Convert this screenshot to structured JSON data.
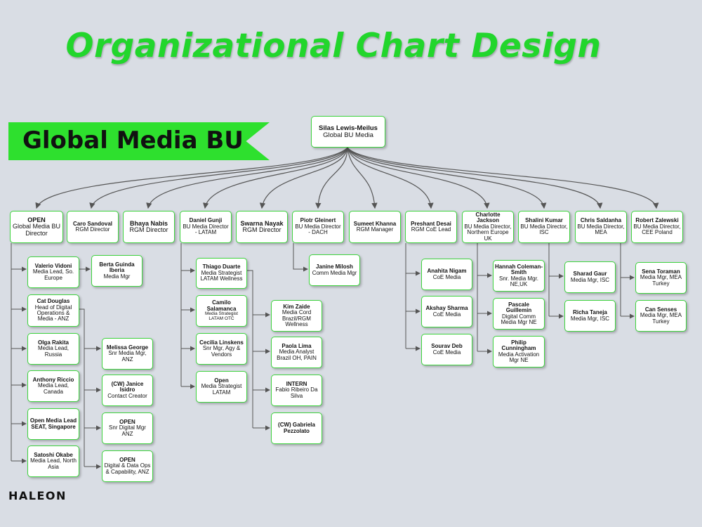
{
  "title": "Organizational Chart Design",
  "banner": "Global Media BU",
  "logo": "HALEON",
  "root": {
    "name": "Silas Lewis-Meilus",
    "role": "Global BU Media"
  },
  "level1": [
    {
      "name": "OPEN",
      "role": "Global Media BU Director"
    },
    {
      "name": "Caro Sandoval",
      "role": "RGM Director"
    },
    {
      "name": "Bhaya Nabis",
      "role": "RGM Director"
    },
    {
      "name": "Daniel Gunji",
      "role": "BU Media Director - LATAM"
    },
    {
      "name": "Swarna Nayak",
      "role": "RGM Director"
    },
    {
      "name": "Piotr Gleinert",
      "role": "BU Media Director - DACH"
    },
    {
      "name": "Sumeet Khanna",
      "role": "RGM Manager"
    },
    {
      "name": "Preshant Desai",
      "role": "RGM CoE Lead"
    },
    {
      "name": "Charlotte Jackson",
      "role": "BU Media Director, Northern Europe UK"
    },
    {
      "name": "Shalini Kumar",
      "role": "BU Media Director, ISC"
    },
    {
      "name": "Chris Saldanha",
      "role": "BU Media Director, MEA"
    },
    {
      "name": "Robert Zalewski",
      "role": "BU Media Director, CEE Poland"
    }
  ],
  "open_team": [
    {
      "name": "Valerio Vidoni",
      "role": "Media Lead, So. Europe"
    },
    {
      "name": "Cat Douglas",
      "role": "Head of Digital Operations & Media - ANZ"
    },
    {
      "name": "Olga Rakita",
      "role": "Media Lead, Russia"
    },
    {
      "name": "Anthony Riccio",
      "role": "Media Lead, Canada"
    },
    {
      "name": "Open Media Lead SEAT, Singapore",
      "role": ""
    },
    {
      "name": "Satoshi Okabe",
      "role": "Media Lead, North Asia"
    }
  ],
  "valerio_report": {
    "name": "Berta Guinda Iberia",
    "role": "Media Mgr"
  },
  "cat_reports": [
    {
      "name": "Melissa George",
      "role": "Snr Media Mgr, ANZ"
    },
    {
      "name": "(CW) Janice Isidro",
      "role": "Contact Creator"
    },
    {
      "name": "OPEN",
      "role": "Snr Digital Mgr ANZ"
    },
    {
      "name": "OPEN",
      "role": "Digital & Data Ops & Capability, ANZ"
    }
  ],
  "daniel_team": [
    {
      "name": "Thiago Duarte",
      "role": "Media Strategist LATAM Wellness"
    },
    {
      "name": "Camilo Salamanca",
      "role": "Media Strategist LATAM OTC"
    },
    {
      "name": "Cecilia Linskens",
      "role": "Snr Mgr, Agy & Vendors"
    },
    {
      "name": "Open",
      "role": "Media Strategist LATAM"
    }
  ],
  "thiago_reports": [
    {
      "name": "Kim Zaide",
      "role": "Media Cord Brazil/RGM Wellness"
    },
    {
      "name": "Paola Lima",
      "role": "Media Analyst Brazil OH, PAIN"
    },
    {
      "name": "INTERN",
      "role": "Fabio Ribeiro Da Silva"
    },
    {
      "name": "(CW) Gabriela Pezzolato",
      "role": ""
    }
  ],
  "piotr_report": {
    "name": "Janine Milosh",
    "role": "Comm Media Mgr"
  },
  "preshant_team": [
    {
      "name": "Anahita Nigam",
      "role": "CoE Media"
    },
    {
      "name": "Akshay Sharma",
      "role": "CoE Media"
    },
    {
      "name": "Sourav Deb",
      "role": "CoE Media"
    }
  ],
  "charlotte_team": [
    {
      "name": "Hannah Coleman-Smith",
      "role": "Snr. Media Mgr. NE,UK"
    },
    {
      "name": "Pascale Guillemin",
      "role": "Digital Comm Media Mgr NE"
    },
    {
      "name": "Philip Cunningham",
      "role": "Media Activation Mgr NE"
    }
  ],
  "shalini_team": [
    {
      "name": "Sharad Gaur",
      "role": "Media Mgr, ISC"
    },
    {
      "name": "Richa Taneja",
      "role": "Media Mgr, ISC"
    }
  ],
  "chris_team": [
    {
      "name": "Sena Toraman",
      "role": "Media Mgr, MEA Turkey"
    },
    {
      "name": "Can Senses",
      "role": "Media Mgr, MEA Turkey"
    }
  ]
}
